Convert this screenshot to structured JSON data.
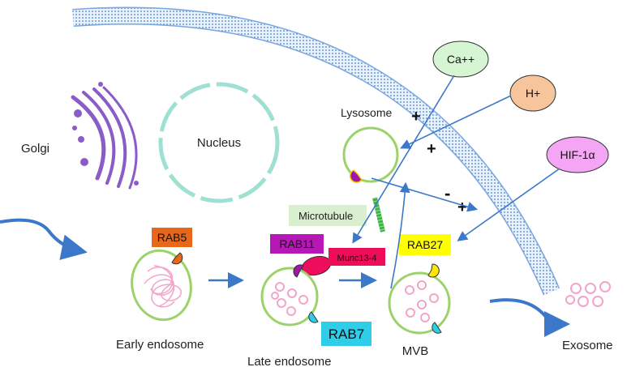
{
  "labels": {
    "golgi": "Golgi",
    "nucleus": "Nucleus",
    "lysosome": "Lysosome",
    "microtubule": "Microtubule",
    "rab5": "RAB5",
    "rab11": "RAB11",
    "munc": "Munc13-4",
    "rab27": "RAB27",
    "rab7": "RAB7",
    "early_endosome": "Early endosome",
    "late_endosome": "Late endosome",
    "mvb": "MVB",
    "exosome": "Exosome"
  },
  "regulators": {
    "ca": "Ca++",
    "h": "H+",
    "hif": "HIF-1α"
  },
  "signs": {
    "plus_lysosome": "+",
    "plus_mid": "+",
    "minus": "-",
    "plus_right": "+"
  },
  "colors": {
    "membrane_blue": "#8fb4e6",
    "arrow_blue": "#3b78c9",
    "vesicle_green": "#9bd36a",
    "nucleus_teal": "#9ee0d2",
    "golgi_purple": "#8a5cc8",
    "ca_fill": "#d6f5d3",
    "h_fill": "#f6c59c",
    "hif_fill": "#f4a6f4",
    "rab5": "#e8671b",
    "rab11": "#b817b8",
    "munc": "#ee0d5a",
    "rab27": "#ffff00",
    "rab7": "#2fcde8",
    "microtubule_bg": "#d9efcf",
    "microtubule_rod": "#3cb34a",
    "cargo_pink": "#f2a5c8"
  }
}
